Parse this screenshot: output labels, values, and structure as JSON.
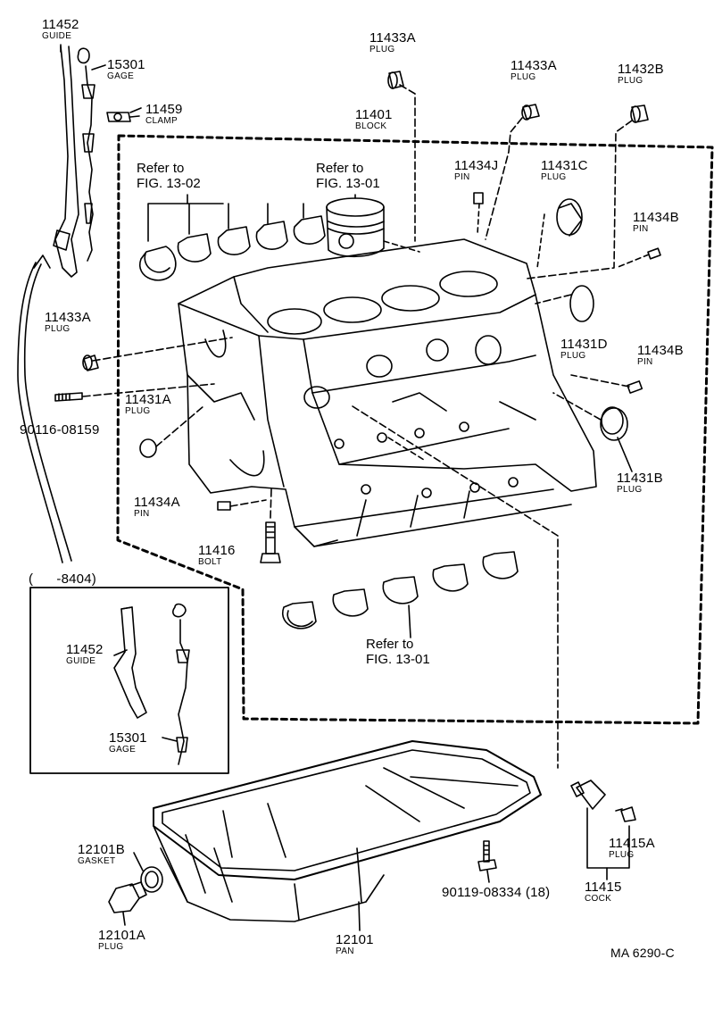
{
  "top_partial_text": "~~~~~~~~",
  "parts": {
    "p11452": {
      "num": "11452",
      "name": "GUIDE"
    },
    "p15301": {
      "num": "15301",
      "name": "GAGE"
    },
    "p11459": {
      "num": "11459",
      "name": "CLAMP"
    },
    "p11433A_top": {
      "num": "11433A",
      "name": "PLUG"
    },
    "p11433A_mid": {
      "num": "11433A",
      "name": "PLUG"
    },
    "p11432B": {
      "num": "11432B",
      "name": "PLUG"
    },
    "p11401": {
      "num": "11401",
      "name": "BLOCK"
    },
    "p11434J": {
      "num": "11434J",
      "name": "PIN"
    },
    "p11431C": {
      "num": "11431C",
      "name": "PLUG"
    },
    "p11434B_top": {
      "num": "11434B",
      "name": "PIN"
    },
    "p11433A_left": {
      "num": "11433A",
      "name": "PLUG"
    },
    "p11431D": {
      "num": "11431D",
      "name": "PLUG"
    },
    "p11434B_mid": {
      "num": "11434B",
      "name": "PIN"
    },
    "p90116": {
      "num": "90116-08159",
      "name": ""
    },
    "p11431A": {
      "num": "11431A",
      "name": "PLUG"
    },
    "p11431B": {
      "num": "11431B",
      "name": "PLUG"
    },
    "p11434A": {
      "num": "11434A",
      "name": "PIN"
    },
    "p11416": {
      "num": "11416",
      "name": "BOLT"
    },
    "p11452_inset": {
      "num": "11452",
      "name": "GUIDE"
    },
    "p15301_inset": {
      "num": "15301",
      "name": "GAGE"
    },
    "p12101B": {
      "num": "12101B",
      "name": "GASKET"
    },
    "p12101A": {
      "num": "12101A",
      "name": "PLUG"
    },
    "p12101": {
      "num": "12101",
      "name": "PAN"
    },
    "p90119": {
      "num": "90119-08334 (18)",
      "name": ""
    },
    "p11415A": {
      "num": "11415A",
      "name": "PLUG"
    },
    "p11415": {
      "num": "11415",
      "name": "COCK"
    }
  },
  "refs": {
    "ref_1302": {
      "line1": "Refer to",
      "line2": "FIG. 13-02"
    },
    "ref_1301_top": {
      "line1": "Refer to",
      "line2": "FIG. 13-01"
    },
    "ref_1301_bottom": {
      "line1": "Refer to",
      "line2": "FIG. 13-01"
    }
  },
  "inset_label": "(      -8404)",
  "figure_code": "MA 6290-C"
}
